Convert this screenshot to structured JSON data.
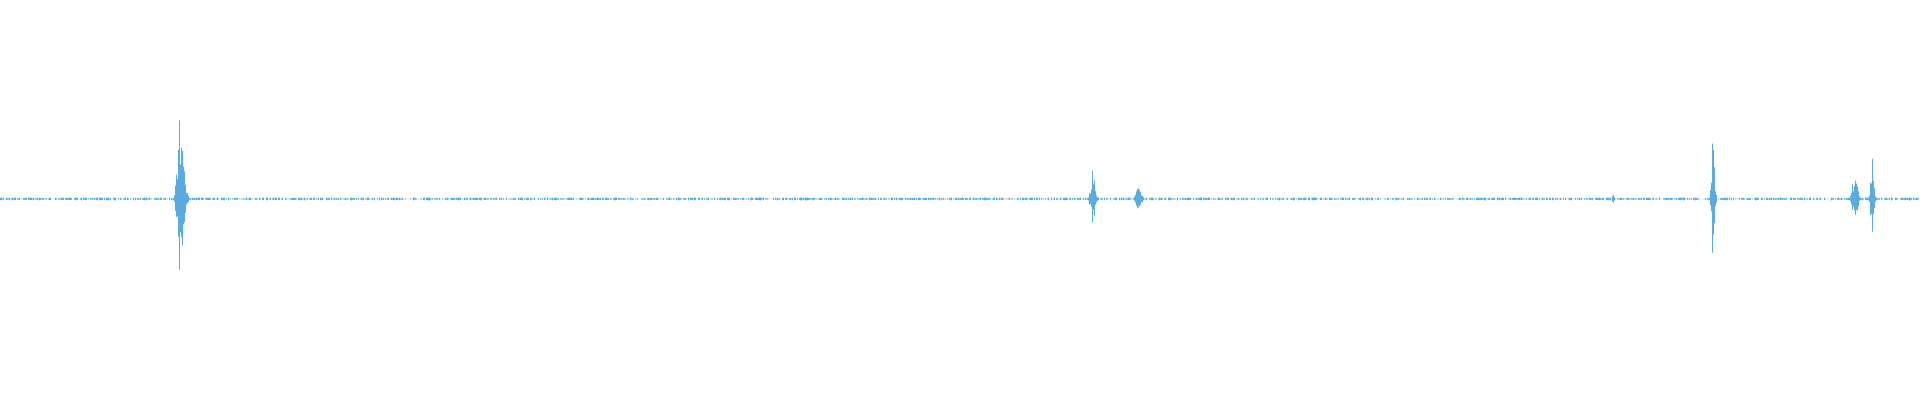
{
  "waveform": {
    "color": "#5aace0",
    "background": "#ffffff",
    "duration_ratio_peaks": [
      {
        "t": 0.094,
        "amp": 0.48,
        "width": 0.006
      },
      {
        "t": 0.569,
        "amp": 0.17,
        "width": 0.004
      },
      {
        "t": 0.593,
        "amp": 0.07,
        "width": 0.005
      },
      {
        "t": 0.84,
        "amp": 0.02,
        "width": 0.002
      },
      {
        "t": 0.892,
        "amp": 0.33,
        "width": 0.003
      },
      {
        "t": 0.966,
        "amp": 0.14,
        "width": 0.005
      },
      {
        "t": 0.975,
        "amp": 0.22,
        "width": 0.003
      }
    ],
    "noise_level": 0.006
  }
}
